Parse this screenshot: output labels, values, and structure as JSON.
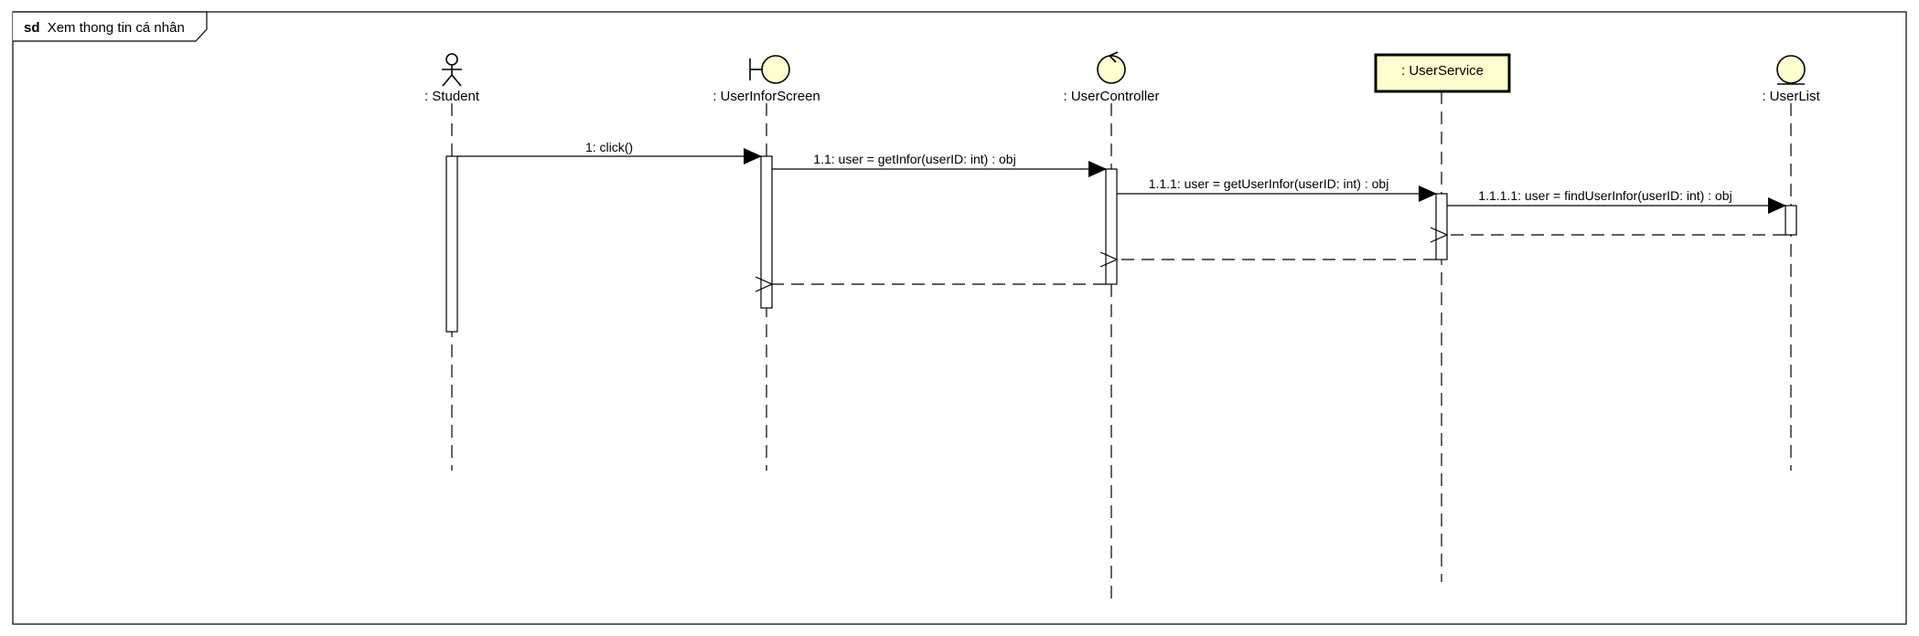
{
  "frame": {
    "keyword": "sd",
    "title": "Xem thong tin cá nhân"
  },
  "lifelines": [
    {
      "id": "student",
      "kind": "actor",
      "label": ": Student"
    },
    {
      "id": "screen",
      "kind": "boundary",
      "label": ": UserInforScreen"
    },
    {
      "id": "controller",
      "kind": "control",
      "label": ": UserController"
    },
    {
      "id": "service",
      "kind": "class-box",
      "label": ": UserService"
    },
    {
      "id": "list",
      "kind": "entity",
      "label": ": UserList"
    }
  ],
  "messages": [
    {
      "from": "student",
      "to": "screen",
      "type": "sync",
      "label": "1: click()"
    },
    {
      "from": "screen",
      "to": "controller",
      "type": "sync",
      "label": "1.1: user = getInfor(userID: int) : obj"
    },
    {
      "from": "controller",
      "to": "service",
      "type": "sync",
      "label": "1.1.1: user = getUserInfor(userID: int) : obj"
    },
    {
      "from": "service",
      "to": "list",
      "type": "sync",
      "label": "1.1.1.1: user = findUserInfor(userID: int) : obj"
    },
    {
      "from": "list",
      "to": "service",
      "type": "return",
      "label": ""
    },
    {
      "from": "service",
      "to": "controller",
      "type": "return",
      "label": ""
    },
    {
      "from": "controller",
      "to": "screen",
      "type": "return",
      "label": ""
    }
  ],
  "colors": {
    "participant_fill": "#FEFECE",
    "line": "#000000",
    "frame_border": "#000000",
    "background": "#FFFFFF"
  }
}
